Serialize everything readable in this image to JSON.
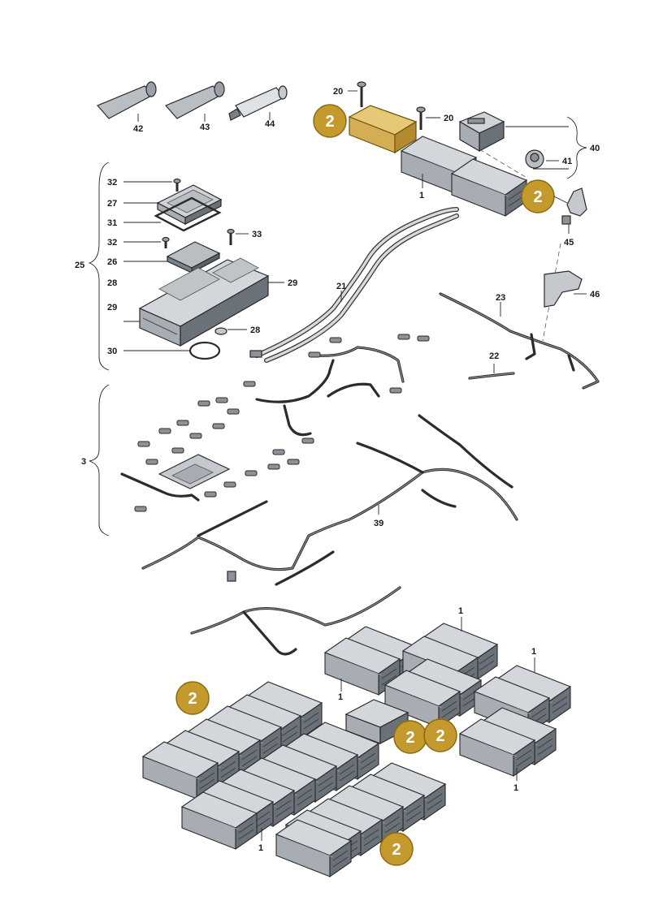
{
  "diagram": {
    "colors": {
      "badge_fill": "#c49a2c",
      "badge_stroke": "#8c6a12",
      "highlight_module": "#d9b65c",
      "module_top": "#cfd3d7",
      "module_side": "#9aa0a6",
      "module_dark": "#5d6268",
      "line": "#222222"
    },
    "badges": [
      {
        "id": "badge-top-left",
        "label": "2"
      },
      {
        "id": "badge-top-right",
        "label": "2"
      },
      {
        "id": "badge-bottom-left",
        "label": "2"
      },
      {
        "id": "badge-middle-a",
        "label": "2"
      },
      {
        "id": "badge-middle-b",
        "label": "2"
      },
      {
        "id": "badge-bottom",
        "label": "2"
      }
    ],
    "labels": {
      "p42": "42",
      "p43": "43",
      "p44": "44",
      "p20a": "20",
      "p20b": "20",
      "p1_top": "1",
      "p40": "40",
      "p41": "41",
      "p45": "45",
      "p46": "46",
      "p32a": "32",
      "p27": "27",
      "p31": "31",
      "p32b": "32",
      "p33": "33",
      "p26": "26",
      "p25": "25",
      "p28a": "28",
      "p29a": "29",
      "p29b": "29",
      "p28b": "28",
      "p30": "30",
      "p21": "21",
      "p23": "23",
      "p22": "22",
      "p3": "3",
      "p39": "39",
      "p1_a": "1",
      "p1_b": "1",
      "p1_c": "1",
      "p1_d": "1",
      "p1_e": "1"
    }
  }
}
